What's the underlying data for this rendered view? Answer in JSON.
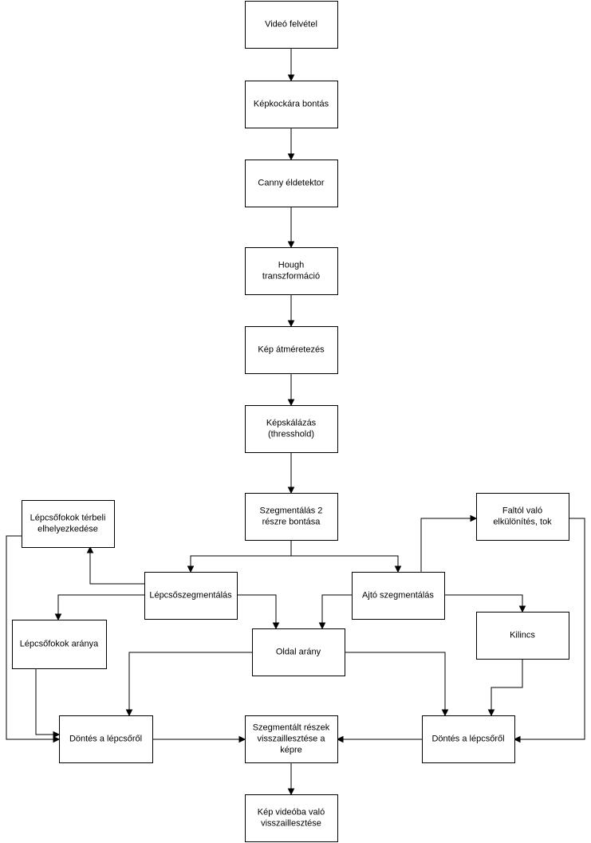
{
  "diagram": {
    "nodes": [
      {
        "id": "video",
        "lines": [
          "Videó felvétel"
        ]
      },
      {
        "id": "frames",
        "lines": [
          "Képkockára bontás"
        ]
      },
      {
        "id": "canny",
        "lines": [
          "Canny éldetektor"
        ]
      },
      {
        "id": "hough",
        "lines": [
          "Hough",
          "transzformáció"
        ]
      },
      {
        "id": "resize",
        "lines": [
          "Kép átméretezés"
        ]
      },
      {
        "id": "scale",
        "lines": [
          "Képskálázás",
          "(thresshold)"
        ]
      },
      {
        "id": "seg2",
        "lines": [
          "Szegmentálás 2",
          "részre bontása"
        ]
      },
      {
        "id": "steps_pos",
        "lines": [
          "Lépcsőfokok térbeli",
          "elhelyezkedése"
        ]
      },
      {
        "id": "wall",
        "lines": [
          "Faltól való",
          "elkülönítés, tok"
        ]
      },
      {
        "id": "stair_seg",
        "lines": [
          "Lépcsőszegmentálás"
        ]
      },
      {
        "id": "door_seg",
        "lines": [
          "Ajtó szegmentálás"
        ]
      },
      {
        "id": "steps_ratio",
        "lines": [
          "Lépcsőfokok aránya"
        ]
      },
      {
        "id": "handle",
        "lines": [
          "Kilincs"
        ]
      },
      {
        "id": "side_ratio",
        "lines": [
          "Oldal arány"
        ]
      },
      {
        "id": "decision_left",
        "lines": [
          "Döntés a lépcsőről"
        ]
      },
      {
        "id": "reassemble",
        "lines": [
          "Szegmentált részek",
          "visszaillesztése a",
          "képre"
        ]
      },
      {
        "id": "decision_right",
        "lines": [
          "Döntés a lépcsőről"
        ]
      },
      {
        "id": "final",
        "lines": [
          "Kép videóba való",
          "visszaillesztése"
        ]
      }
    ],
    "edges": [
      {
        "from": "video",
        "to": "frames"
      },
      {
        "from": "frames",
        "to": "canny"
      },
      {
        "from": "canny",
        "to": "hough"
      },
      {
        "from": "hough",
        "to": "resize"
      },
      {
        "from": "resize",
        "to": "scale"
      },
      {
        "from": "scale",
        "to": "seg2"
      },
      {
        "from": "seg2",
        "to": "stair_seg"
      },
      {
        "from": "seg2",
        "to": "door_seg"
      },
      {
        "from": "stair_seg",
        "to": "steps_pos"
      },
      {
        "from": "stair_seg",
        "to": "steps_ratio"
      },
      {
        "from": "stair_seg",
        "to": "side_ratio"
      },
      {
        "from": "door_seg",
        "to": "side_ratio"
      },
      {
        "from": "door_seg",
        "to": "wall"
      },
      {
        "from": "door_seg",
        "to": "handle"
      },
      {
        "from": "side_ratio",
        "to": "decision_left"
      },
      {
        "from": "side_ratio",
        "to": "decision_right"
      },
      {
        "from": "steps_ratio",
        "to": "decision_left"
      },
      {
        "from": "steps_pos",
        "to": "decision_left"
      },
      {
        "from": "handle",
        "to": "decision_right"
      },
      {
        "from": "wall",
        "to": "decision_right"
      },
      {
        "from": "decision_left",
        "to": "reassemble"
      },
      {
        "from": "decision_right",
        "to": "reassemble"
      },
      {
        "from": "reassemble",
        "to": "final"
      }
    ]
  }
}
